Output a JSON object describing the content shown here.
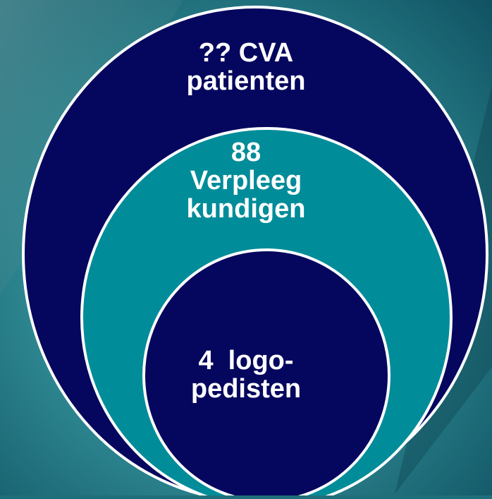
{
  "colors": {
    "outer_fill": "#05075e",
    "middle_fill": "#008c99",
    "inner_fill": "#05075e",
    "border": "#ffffff",
    "text": "#ffffff"
  },
  "circles": {
    "outer": {
      "line1": "?? CVA",
      "line2": "patienten"
    },
    "middle": {
      "line1": "88",
      "line2": "Verpleeg",
      "line3": "kundigen"
    },
    "inner": {
      "line1": "4  logo-",
      "line2": "pedisten"
    }
  }
}
